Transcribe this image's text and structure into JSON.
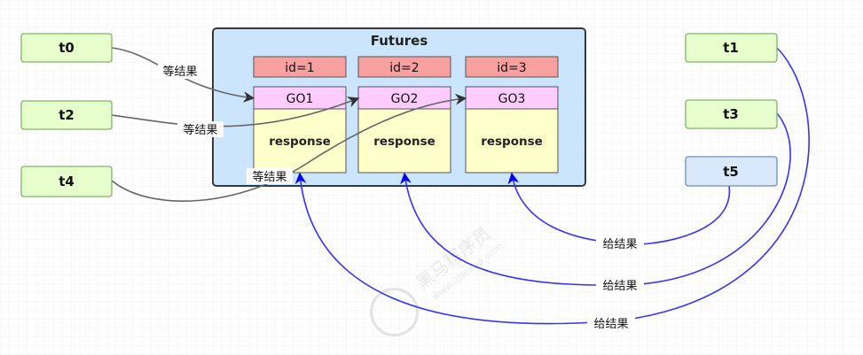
{
  "futures": {
    "title": "Futures",
    "ids": [
      "id=1",
      "id=2",
      "id=3"
    ],
    "gos": [
      "GO1",
      "GO2",
      "GO3"
    ],
    "response_label": "response"
  },
  "threads": {
    "waiting": [
      "t0",
      "t2",
      "t4"
    ],
    "giving": [
      "t1",
      "t3",
      "t5"
    ]
  },
  "edge_labels": {
    "wait": "等结果",
    "give": "给结果"
  },
  "watermark": {
    "main": "黑马程序员",
    "sub": "www.itheima.com"
  },
  "colors": {
    "thread_fill": "#e6ffcc",
    "thread_stroke": "#82b366",
    "futures_fill": "#cce5ff",
    "futures_stroke": "#36393d",
    "id_fill": "#f8a0a0",
    "go_fill": "#ffccff",
    "response_fill": "#ffffcc",
    "wait_edge": "#666666",
    "give_edge": "#3333ff"
  }
}
